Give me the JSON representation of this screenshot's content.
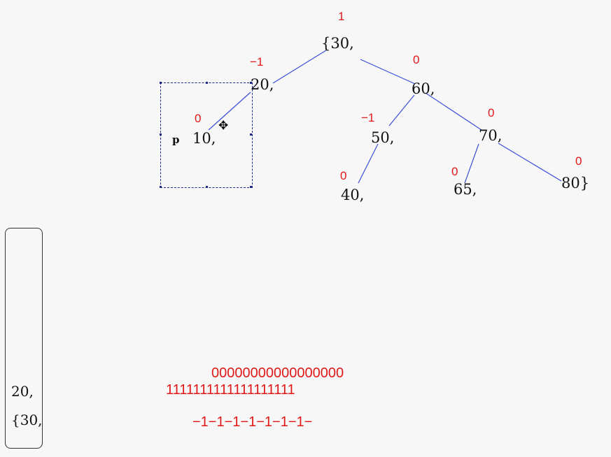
{
  "tree": {
    "nodes": [
      {
        "id": "n30",
        "key": "{30,",
        "balance": "1"
      },
      {
        "id": "n20",
        "key": "20,",
        "balance": "−1"
      },
      {
        "id": "n10",
        "key": "10,",
        "balance": "0"
      },
      {
        "id": "n60",
        "key": "60,",
        "balance": "0"
      },
      {
        "id": "n50",
        "key": "50,",
        "balance": "−1"
      },
      {
        "id": "n40",
        "key": "40,",
        "balance": "0"
      },
      {
        "id": "n70",
        "key": "70,",
        "balance": "0"
      },
      {
        "id": "n65",
        "key": "65,",
        "balance": "0"
      },
      {
        "id": "n80",
        "key": "80}",
        "balance": "0"
      }
    ],
    "edges": [
      [
        "n30",
        "n20"
      ],
      [
        "n30",
        "n60"
      ],
      [
        "n20",
        "n10"
      ],
      [
        "n60",
        "n50"
      ],
      [
        "n60",
        "n70"
      ],
      [
        "n50",
        "n40"
      ],
      [
        "n70",
        "n65"
      ],
      [
        "n70",
        "n80"
      ]
    ],
    "edge_color": "#3a4fd8",
    "balance_color": "#e01818"
  },
  "pointer_label": "p",
  "stack": {
    "items": [
      "20,",
      "{30,"
    ]
  },
  "scribbles": {
    "zeros": "00000000000000000",
    "ones": "1111111111111111111",
    "minus_ones": "−1−1−1−1−1−1−1−"
  },
  "icons": {
    "cursor": "move-cursor-icon"
  }
}
